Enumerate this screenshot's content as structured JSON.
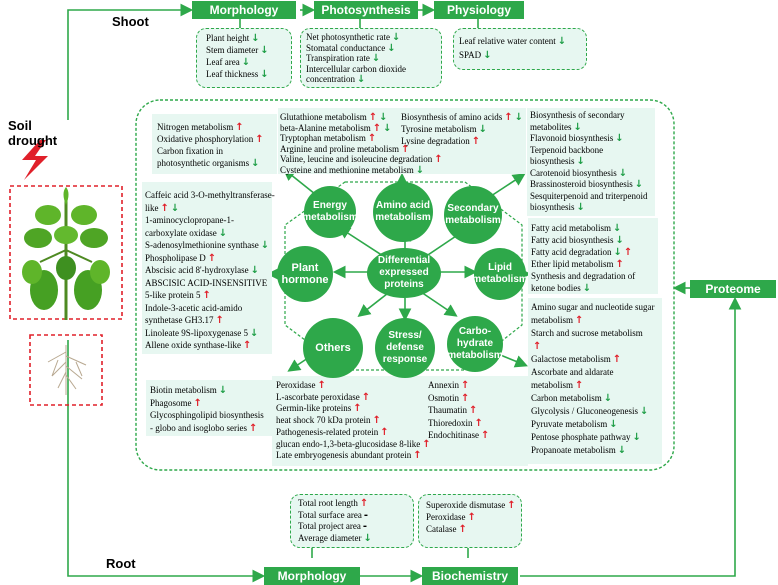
{
  "labels": {
    "shoot": "Shoot",
    "root": "Root",
    "soil_drought": "Soil\ndrought"
  },
  "buttons": {
    "morphology_top": "Morphology",
    "photosynthesis": "Photosynthesis",
    "physiology": "Physiology",
    "proteome": "Proteome",
    "morphology_bottom": "Morphology",
    "biochemistry": "Biochemistry"
  },
  "shoot_morphology": [
    {
      "t": "Plant height",
      "d": "down"
    },
    {
      "t": "Stem diameter",
      "d": "down"
    },
    {
      "t": "Leaf area",
      "d": "down"
    },
    {
      "t": "Leaf thickness",
      "d": "down"
    }
  ],
  "photosynthesis_items": [
    {
      "t": "Net photosynthetic rate",
      "d": "down"
    },
    {
      "t": "Stomatal conductance",
      "d": "down"
    },
    {
      "t": "Transpiration rate",
      "d": "down"
    },
    {
      "t": "Intercellular carbon dioxide",
      "d": ""
    },
    {
      "t": "concentration",
      "d": "down"
    }
  ],
  "physiology_items": [
    {
      "t": "Leaf relative water content",
      "d": "down"
    },
    {
      "t": "SPAD",
      "d": "down"
    }
  ],
  "energy_items": [
    {
      "t": "Nitrogen metabolism",
      "d": "up"
    },
    {
      "t": "Oxidative phosphorylation",
      "d": "up"
    },
    {
      "t": "Carbon fixation in",
      "d": ""
    },
    {
      "t": "photosynthetic organisms",
      "d": "down"
    }
  ],
  "amino_items": [
    {
      "t": "Glutathione metabolism",
      "d": "updown"
    },
    {
      "t": "beta-Alanine metabolism",
      "d": "updown"
    },
    {
      "t": "Tryptophan metabolism",
      "d": "up"
    },
    {
      "t": "Arginine and proline metabolism",
      "d": "up"
    },
    {
      "t": "Valine, leucine and isoleucine degradation",
      "d": "up"
    },
    {
      "t": "Cysteine and methionine metabolism",
      "d": "down"
    }
  ],
  "amino_items2": [
    {
      "t": "Biosynthesis of amino acids",
      "d": "updown"
    },
    {
      "t": "Tyrosine metabolism",
      "d": "down"
    },
    {
      "t": "Lysine degradation",
      "d": "up"
    }
  ],
  "secondary_items": [
    {
      "t": "Biosynthesis of secondary",
      "d": ""
    },
    {
      "t": "metabolites",
      "d": "down"
    },
    {
      "t": "Flavonoid biosynthesis",
      "d": "down"
    },
    {
      "t": "Terpenoid backbone",
      "d": ""
    },
    {
      "t": "biosynthesis",
      "d": "down"
    },
    {
      "t": "Carotenoid biosynthesis",
      "d": "down"
    },
    {
      "t": "Brassinosteroid biosynthesis",
      "d": "down"
    },
    {
      "t": "Sesquiterpenoid and triterpenoid",
      "d": ""
    },
    {
      "t": "biosynthesis",
      "d": "down"
    }
  ],
  "hormone_items": [
    {
      "t": "Caffeic acid 3-O-methyltransferase-",
      "d": ""
    },
    {
      "t": "like",
      "d": "updown"
    },
    {
      "t": "1-aminocyclopropane-1-",
      "d": ""
    },
    {
      "t": "carboxylate oxidase",
      "d": "down"
    },
    {
      "t": "S-adenosylmethionine synthase",
      "d": "down"
    },
    {
      "t": "Phospholipase D",
      "d": "up"
    },
    {
      "t": "Abscisic acid 8'-hydroxylase",
      "d": "down"
    },
    {
      "t": "ABSCISIC ACID-INSENSITIVE",
      "d": ""
    },
    {
      "t": "5-like protein 5",
      "d": "up"
    },
    {
      "t": "Indole-3-acetic acid-amido",
      "d": ""
    },
    {
      "t": "synthetase GH3.17",
      "d": "up"
    },
    {
      "t": "Linoleate 9S-lipoxygenase 5",
      "d": "down"
    },
    {
      "t": "Allene oxide synthase-like",
      "d": "up"
    }
  ],
  "lipid_items": [
    {
      "t": "Fatty acid metabolism",
      "d": "down"
    },
    {
      "t": "Fatty acid biosynthesis",
      "d": "down"
    },
    {
      "t": "Fatty acid degradation",
      "d": "downup"
    },
    {
      "t": "Ether lipid metabolism",
      "d": "up"
    },
    {
      "t": "Synthesis and degradation of",
      "d": ""
    },
    {
      "t": "ketone bodies",
      "d": "down"
    }
  ],
  "carbo_items": [
    {
      "t": "Amino sugar and nucleotide sugar",
      "d": ""
    },
    {
      "t": "metabolism",
      "d": "up"
    },
    {
      "t": "Starch and sucrose metabolism",
      "d": ""
    },
    {
      "t": "",
      "d": "up"
    },
    {
      "t": "Galactose metabolism",
      "d": "up"
    },
    {
      "t": "Ascorbate and aldarate",
      "d": ""
    },
    {
      "t": "metabolism",
      "d": "up"
    },
    {
      "t": "Carbon metabolism",
      "d": "down"
    },
    {
      "t": "Glycolysis / Gluconeogenesis",
      "d": "down"
    },
    {
      "t": "Pyruvate metabolism",
      "d": "down"
    },
    {
      "t": "Pentose phosphate pathway",
      "d": "down"
    },
    {
      "t": "Propanoate metabolism",
      "d": "down"
    }
  ],
  "others_items": [
    {
      "t": "Biotin metabolism",
      "d": "down"
    },
    {
      "t": "Phagosome",
      "d": "up"
    },
    {
      "t": "Glycosphingolipid biosynthesis",
      "d": ""
    },
    {
      "t": "- globo and isoglobo series",
      "d": "up"
    }
  ],
  "stress_items": [
    {
      "t": "Peroxidase",
      "d": "up"
    },
    {
      "t": "L-ascorbate peroxidase",
      "d": "up"
    },
    {
      "t": "Germin-like proteins",
      "d": "up"
    },
    {
      "t": "heat shock 70 kDa protein",
      "d": "up"
    },
    {
      "t": "Pathogenesis-related protein",
      "d": "up"
    },
    {
      "t": "glucan endo-1,3-beta-glucosidase 8-like",
      "d": "up"
    },
    {
      "t": "Late embryogenesis abundant protein",
      "d": "up"
    }
  ],
  "stress_items2": [
    {
      "t": "Annexin",
      "d": "up"
    },
    {
      "t": "Osmotin",
      "d": "up"
    },
    {
      "t": "Thaumatin",
      "d": "up"
    },
    {
      "t": "Thioredoxin",
      "d": "up"
    },
    {
      "t": "Endochitinase",
      "d": "up"
    }
  ],
  "root_morph_items": [
    {
      "t": "Total root length",
      "d": "up"
    },
    {
      "t": "Total surface area",
      "d": "dash"
    },
    {
      "t": "Total project area",
      "d": "dash"
    },
    {
      "t": "Average diameter",
      "d": "down"
    }
  ],
  "biochem_items": [
    {
      "t": "Superoxide dismutase",
      "d": "up"
    },
    {
      "t": "Peroxidase",
      "d": "up"
    },
    {
      "t": "Catalase",
      "d": "up"
    }
  ],
  "circles": {
    "center": "Differential\nexpressed\nproteins",
    "energy": "Energy\nmetabolism",
    "amino": "Amino acid\nmetabolism",
    "secondary": "Secondary\nmetabolism",
    "lipid": "Lipid\nmetabolism",
    "carbo": "Carbo-\nhydrate\nmetabolism",
    "stress": "Stress/\ndefense\nresponse",
    "others": "Others",
    "hormone": "Plant\nhormone"
  }
}
